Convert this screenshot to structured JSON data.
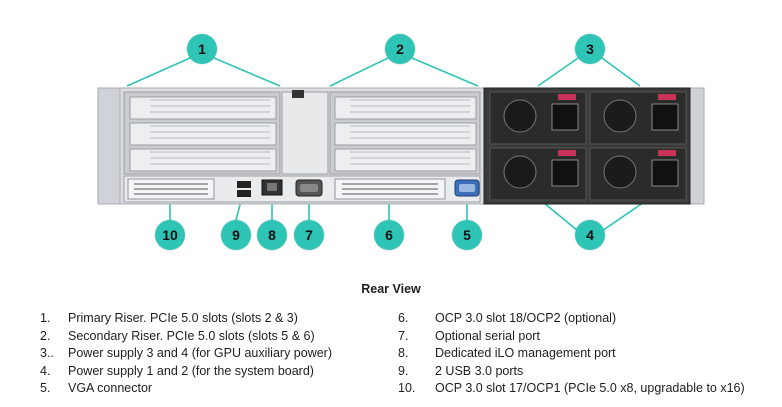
{
  "callouts": {
    "c1": "1",
    "c2": "2",
    "c3": "3",
    "c4": "4",
    "c5": "5",
    "c6": "6",
    "c7": "7",
    "c8": "8",
    "c9": "9",
    "c10": "10"
  },
  "caption": "Rear View",
  "legend_left": [
    {
      "num": "1.",
      "text": "Primary Riser. PCIe 5.0 slots (slots 2 & 3)"
    },
    {
      "num": "2.",
      "text": "Secondary Riser. PCIe 5.0 slots (slots 5 & 6)"
    },
    {
      "num": "3..",
      "text": "Power supply 3 and 4 (for GPU auxiliary power)"
    },
    {
      "num": "4.",
      "text": "Power supply 1 and 2 (for the system board)"
    },
    {
      "num": "5.",
      "text": "VGA connector"
    }
  ],
  "legend_right": [
    {
      "num": "6.",
      "text": "OCP 3.0 slot 18/OCP2 (optional)"
    },
    {
      "num": "7.",
      "text": "Optional serial port"
    },
    {
      "num": "8.",
      "text": "Dedicated iLO management port"
    },
    {
      "num": "9.",
      "text": "2 USB 3.0 ports"
    },
    {
      "num": "10.",
      "text": "OCP 3.0 slot 17/OCP1 (PCIe 5.0 x8, upgradable to x16)"
    }
  ],
  "colors": {
    "callout": "#2ec4b6",
    "chassis": "#d9dbde",
    "psu": "#2b2b2b",
    "vga": "#3d6fb8",
    "psu_handle": "#c9335a"
  },
  "icons": [
    "usb-port-icon",
    "ethernet-port-icon",
    "serial-port-icon",
    "vga-port-icon",
    "power-socket-icon",
    "fan-icon"
  ]
}
